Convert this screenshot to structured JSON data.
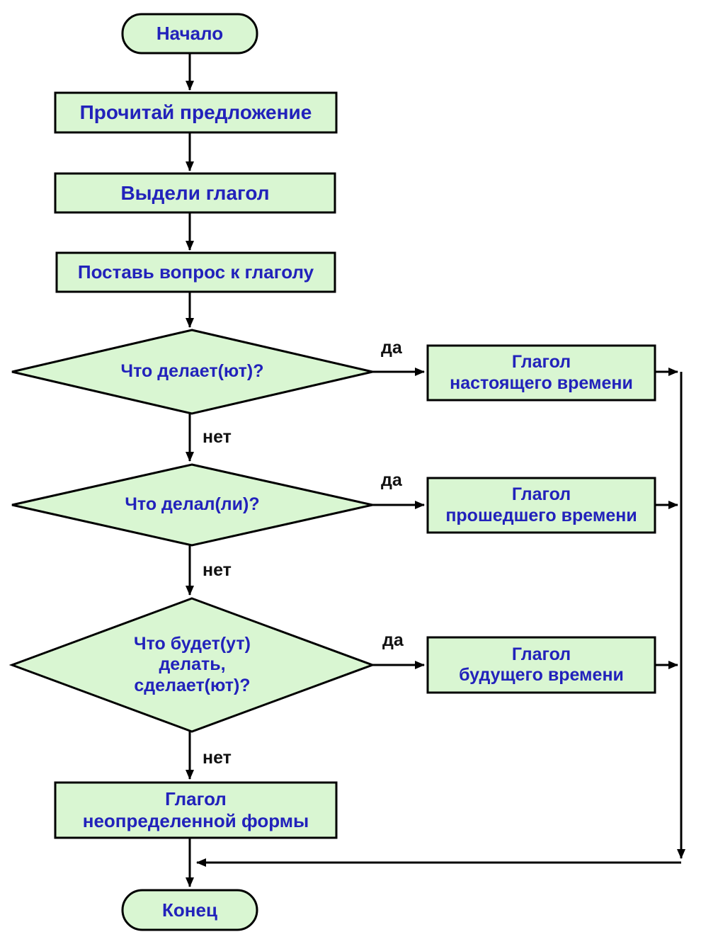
{
  "diagram": {
    "type": "flowchart",
    "colors": {
      "node_fill": "#d9f6d2",
      "node_border": "#000000",
      "node_text": "#2222bb",
      "edge": "#000000",
      "edge_label_text": "#111111",
      "background": "#ffffff"
    },
    "nodes": {
      "start": {
        "type": "terminator",
        "label": "Начало"
      },
      "read_sentence": {
        "type": "process",
        "label": "Прочитай предложение"
      },
      "select_verb": {
        "type": "process",
        "label": "Выдели глагол"
      },
      "ask_question": {
        "type": "process",
        "label": "Поставь вопрос к глаголу"
      },
      "q_present": {
        "type": "decision",
        "label": "Что делает(ют)?"
      },
      "present_tense": {
        "type": "process",
        "line1": "Глагол",
        "line2": "настоящего времени"
      },
      "q_past": {
        "type": "decision",
        "label": "Что делал(ли)?"
      },
      "past_tense": {
        "type": "process",
        "line1": "Глагол",
        "line2": "прошедшего времени"
      },
      "q_future": {
        "type": "decision",
        "line1": "Что будет(ут)",
        "line2": "делать,",
        "line3": "сделает(ют)?"
      },
      "future_tense": {
        "type": "process",
        "line1": "Глагол",
        "line2": "будущего времени"
      },
      "infinitive": {
        "type": "process",
        "line1": "Глагол",
        "line2": "неопределенной формы"
      },
      "end": {
        "type": "terminator",
        "label": "Конец"
      }
    },
    "edge_labels": {
      "yes": "да",
      "no": "нет"
    }
  }
}
